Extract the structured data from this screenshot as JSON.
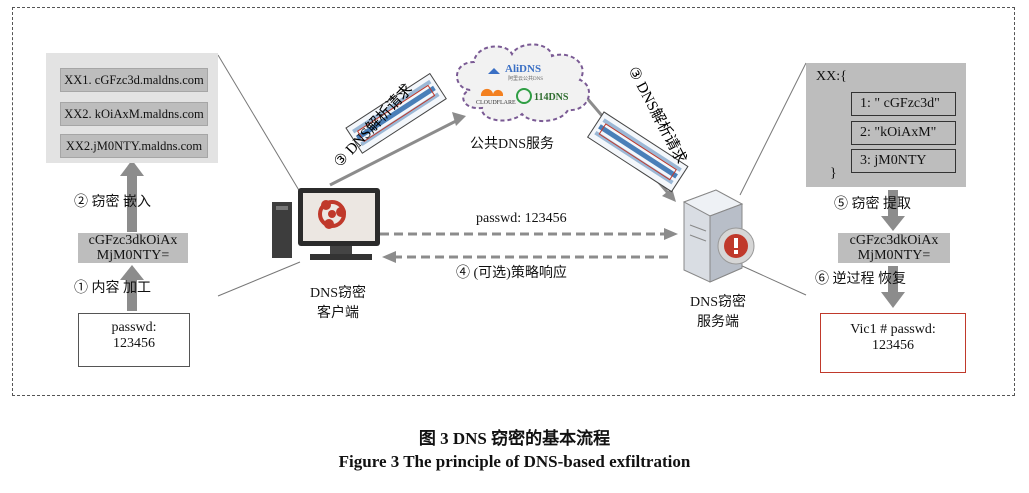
{
  "left_panel": {
    "lines": [
      "XX1. cGFzc3d.maldns.com",
      "XX2. kOiAxM.maldns.com",
      "XX2.jM0NTY.maldns.com"
    ]
  },
  "left_steps": {
    "step2": "② 窃密   嵌入",
    "step1": "① 内容   加工"
  },
  "left_code": {
    "line1": "cGFzc3dkOiAx",
    "line2": "MjM0NTY="
  },
  "left_note": {
    "line1": "passwd:",
    "line2": "123456"
  },
  "client": {
    "line1": "DNS窃密",
    "line2": "客户端"
  },
  "server": {
    "line1": "DNS窃密",
    "line2": "服务端"
  },
  "cloud": {
    "label": "公共DNS服务",
    "logo1": "AliDNS",
    "logo1_sub": "阿里云公共DNS",
    "logo2": "CLOUDFLARE",
    "logo3": "114DNS"
  },
  "request_left": "③ DNS解析请求",
  "request_right": "③ DNS解析请求",
  "passwd_arrow": "passwd: 123456",
  "response_arrow": "④ (可选)策略响应",
  "right_panel": {
    "open": "XX:{",
    "items": [
      "1: \" cGFzc3d\"",
      "2: \"kOiAxM\"",
      "3: jM0NTY"
    ],
    "close": "}"
  },
  "right_steps": {
    "step5": "⑤ 窃密   提取",
    "step6": "⑥ 逆过程   恢复"
  },
  "right_code": {
    "line1": "cGFzc3dkOiAx",
    "line2": "MjM0NTY="
  },
  "right_note": {
    "line1": "Vic1 # passwd:",
    "line2": "123456"
  },
  "caption": {
    "cn": "图 3    DNS 窃密的基本流程",
    "en": "Figure 3    The principle of DNS-based exfiltration"
  },
  "colors": {
    "arrow": "#8c8c8c",
    "red_note": "#c0392b",
    "cloud": "#7a5a94"
  }
}
